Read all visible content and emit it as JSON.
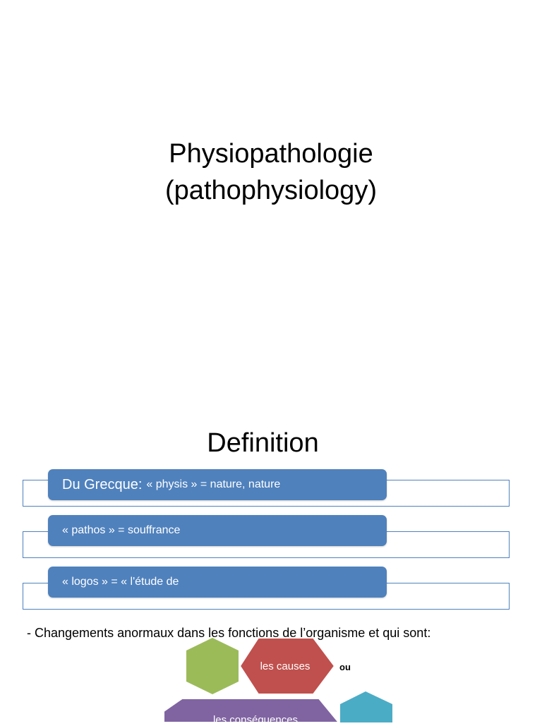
{
  "slide1": {
    "title_line1": "Physiopathologie",
    "title_line2": "(pathophysiology)"
  },
  "slide2": {
    "title": "Definition",
    "definitions": [
      {
        "lead": "Du Grecque:",
        "text": "« physis » = nature, nature"
      },
      {
        "lead": "",
        "text": "« pathos » = souffrance"
      },
      {
        "lead": "",
        "text": "« logos » = « l'étude de"
      }
    ],
    "changes_text": "- Changements anormaux dans les fonctions de l’organisme et qui sont:",
    "diagram": {
      "causes_label": "les causes",
      "or_label": "ou",
      "consequences_label": "les conséquences",
      "colors": {
        "green": "#9bbb59",
        "red": "#c0504d",
        "purple": "#8064a2",
        "teal": "#4bacc6",
        "blue": "#4f81bd"
      }
    }
  }
}
